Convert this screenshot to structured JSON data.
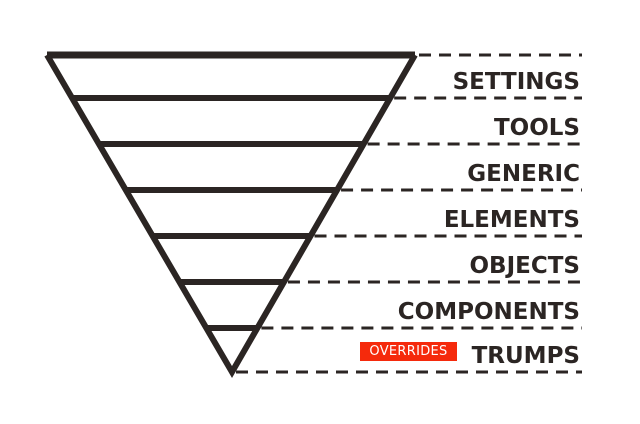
{
  "layers": [
    {
      "label": "SETTINGS"
    },
    {
      "label": "TOOLS"
    },
    {
      "label": "GENERIC"
    },
    {
      "label": "ELEMENTS"
    },
    {
      "label": "OBJECTS"
    },
    {
      "label": "COMPONENTS"
    },
    {
      "label": "TRUMPS"
    }
  ],
  "overlay_badge": {
    "label": "OVERRIDES",
    "color": "#f52a0c"
  },
  "colors": {
    "stroke": "#2b2523"
  }
}
